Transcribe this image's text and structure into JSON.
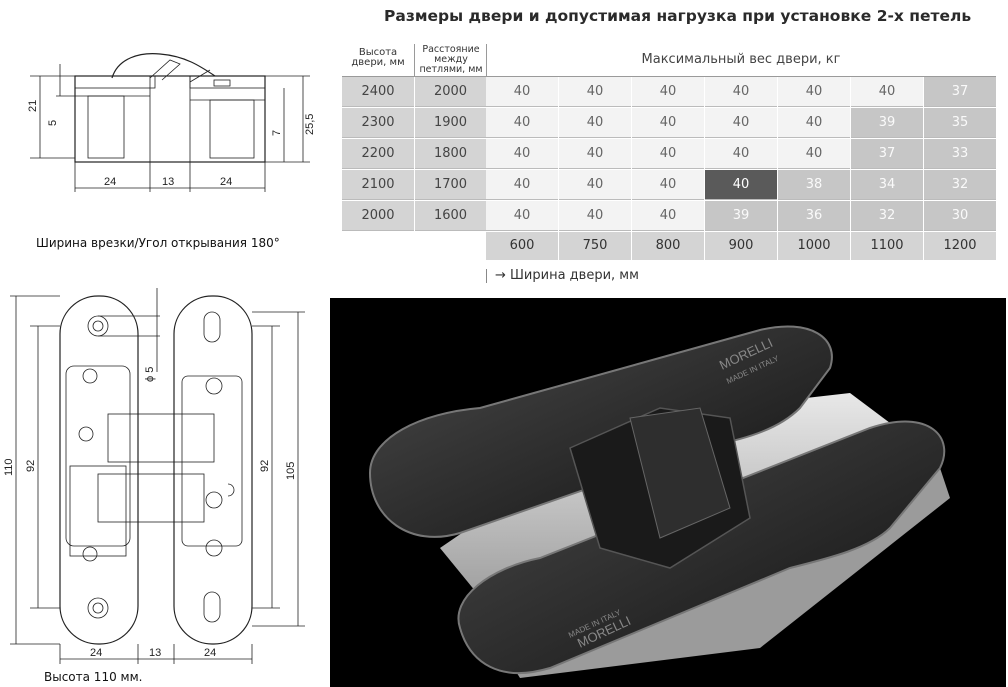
{
  "title": "Размеры двери и допустимая нагрузка при установке 2-х петель",
  "caption_top": "Ширина врезки/Угол открывания 180°",
  "caption_bottom": "Высота 110 мм.",
  "side_dims": {
    "h21": "21",
    "h5": "5",
    "h7": "7",
    "h255": "25,5",
    "w24a": "24",
    "w13": "13",
    "w24b": "24"
  },
  "front_dims": {
    "h110": "110",
    "h92a": "92",
    "h92b": "92",
    "h105": "105",
    "phi5": "ϕ 5",
    "w24a": "24",
    "w13": "13",
    "w24b": "24"
  },
  "table": {
    "col_door_height": "Высота двери, мм",
    "col_distance": "Расстояние между петлями, мм",
    "header_weight": "Максимальный вес двери, кг",
    "footer_width": "→ Ширина двери, мм",
    "widths": [
      "600",
      "750",
      "800",
      "900",
      "1000",
      "1100",
      "1200"
    ],
    "rows": [
      {
        "height": "2400",
        "distance": "2000",
        "values": [
          "40",
          "40",
          "40",
          "40",
          "40",
          "40",
          "37"
        ],
        "shade": [
          0,
          0,
          0,
          0,
          0,
          0,
          1
        ]
      },
      {
        "height": "2300",
        "distance": "1900",
        "values": [
          "40",
          "40",
          "40",
          "40",
          "40",
          "39",
          "35"
        ],
        "shade": [
          0,
          0,
          0,
          0,
          0,
          1,
          1
        ]
      },
      {
        "height": "2200",
        "distance": "1800",
        "values": [
          "40",
          "40",
          "40",
          "40",
          "40",
          "37",
          "33"
        ],
        "shade": [
          0,
          0,
          0,
          0,
          0,
          1,
          1
        ]
      },
      {
        "height": "2100",
        "distance": "1700",
        "values": [
          "40",
          "40",
          "40",
          "40",
          "38",
          "34",
          "32"
        ],
        "shade": [
          0,
          0,
          0,
          2,
          1,
          1,
          1
        ]
      },
      {
        "height": "2000",
        "distance": "1600",
        "values": [
          "40",
          "40",
          "40",
          "39",
          "36",
          "32",
          "30"
        ],
        "shade": [
          0,
          0,
          0,
          1,
          1,
          1,
          1
        ]
      }
    ],
    "colors": {
      "light": "#f3f3f3",
      "grey": "#c6c6c6",
      "dark": "#5a5a5a",
      "label_bg": "#d4d4d4"
    }
  },
  "photo": {
    "brand_top": "MORELLI",
    "made_top": "MADE IN ITALY",
    "brand_bottom": "MORELLI",
    "made_bottom": "MADE IN ITALY"
  }
}
